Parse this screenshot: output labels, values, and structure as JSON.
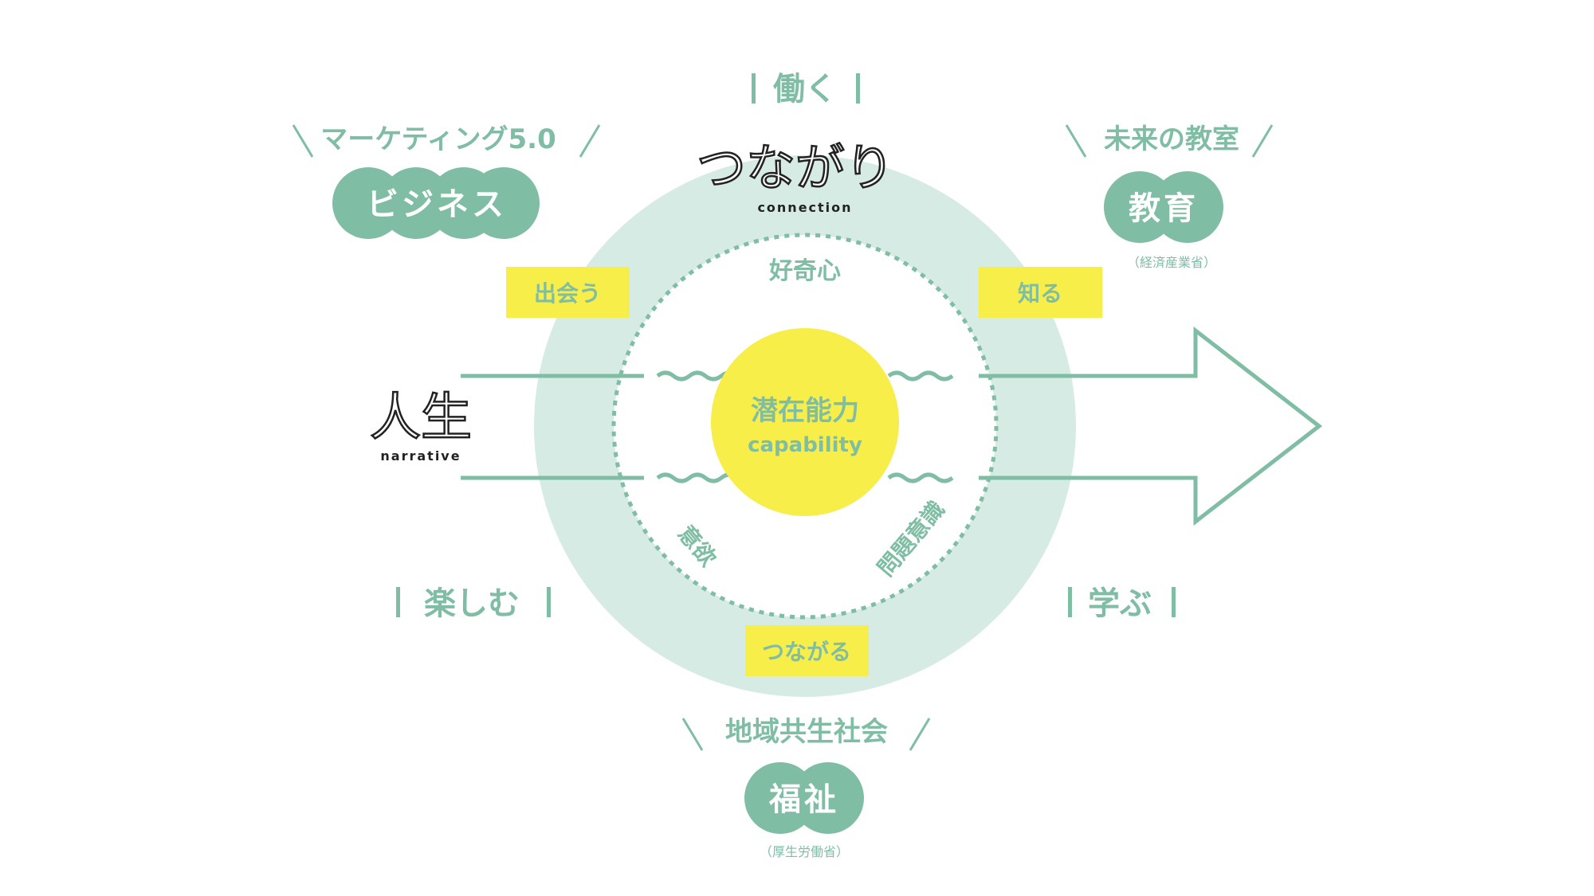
{
  "colors": {
    "green": "#7fbda4",
    "light_green": "#d6ebe3",
    "yellow": "#f7ee4a",
    "dark": "#222222"
  },
  "center": {
    "title": "潜在能力",
    "subtitle": "capability"
  },
  "ring": {
    "title": "つながり",
    "subtitle": "connection"
  },
  "inner_labels": {
    "top": "好奇心",
    "bottom_left": "意欲",
    "bottom_right": "問題意識"
  },
  "yellow_tags": {
    "top_left": "出会う",
    "top_right": "知る",
    "bottom": "つながる"
  },
  "arrow": {
    "title": "人生",
    "subtitle": "narrative"
  },
  "verbs": {
    "top": "働く",
    "bottom_left": "楽しむ",
    "bottom_right": "学ぶ"
  },
  "fields": {
    "business": {
      "heading": "マーケティング5.0",
      "label": "ビジネス",
      "note": ""
    },
    "education": {
      "heading": "未来の教室",
      "label": "教育",
      "note": "（経済産業省）"
    },
    "welfare": {
      "heading": "地域共生社会",
      "label": "福祉",
      "note": "（厚生労働省）"
    }
  }
}
